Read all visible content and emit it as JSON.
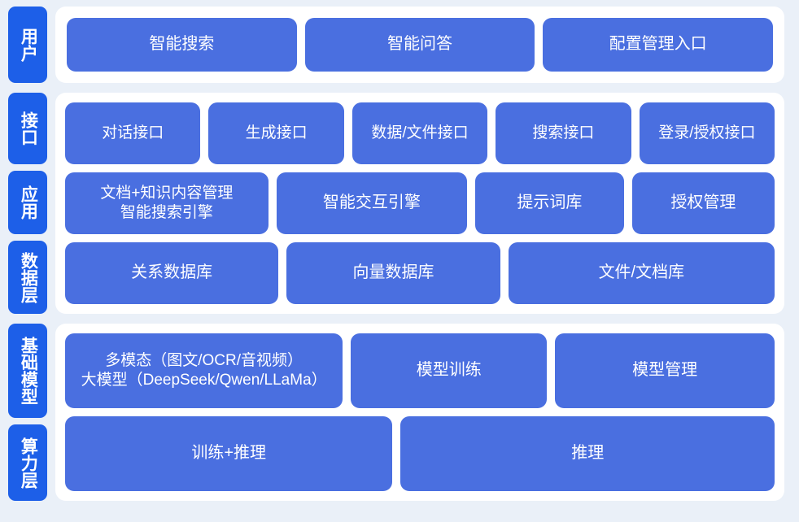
{
  "colors": {
    "background": "#eaf0f8",
    "panel": "#ffffff",
    "rail_tab": "#1d5fe8",
    "card": "#4a6fe0",
    "card_text": "#ffffff"
  },
  "sections": [
    {
      "key": "user",
      "rail": [
        {
          "label": "用户",
          "name": "rail-tab-user"
        }
      ],
      "rows": [
        {
          "name": "user-row",
          "cards": [
            {
              "label": "智能搜索",
              "name": "card-intelligent-search"
            },
            {
              "label": "智能问答",
              "name": "card-intelligent-qa"
            },
            {
              "label": "配置管理入口",
              "name": "card-config-management-entry"
            }
          ]
        }
      ]
    },
    {
      "key": "middle",
      "rail": [
        {
          "label": "接口",
          "name": "rail-tab-interface"
        },
        {
          "label": "应用",
          "name": "rail-tab-application"
        },
        {
          "label": "数据层",
          "name": "rail-tab-data-layer"
        }
      ],
      "rows": [
        {
          "name": "interface-row",
          "cards": [
            {
              "label": "对话接口",
              "name": "card-dialog-api"
            },
            {
              "label": "生成接口",
              "name": "card-generation-api"
            },
            {
              "label": "数据/文件接口",
              "name": "card-data-file-api"
            },
            {
              "label": "搜索接口",
              "name": "card-search-api"
            },
            {
              "label": "登录/授权接口",
              "name": "card-login-auth-api"
            }
          ]
        },
        {
          "name": "application-row",
          "cards": [
            {
              "label": "文档+知识内容管理\n智能搜索引擎",
              "name": "card-doc-knowledge-management"
            },
            {
              "label": "智能交互引擎",
              "name": "card-interaction-engine"
            },
            {
              "label": "提示词库",
              "name": "card-prompt-library"
            },
            {
              "label": "授权管理",
              "name": "card-authorization-management"
            }
          ]
        },
        {
          "name": "data-row",
          "cards": [
            {
              "label": "关系数据库",
              "name": "card-relational-database"
            },
            {
              "label": "向量数据库",
              "name": "card-vector-database"
            },
            {
              "label": "文件/文档库",
              "name": "card-file-document-store"
            }
          ]
        }
      ]
    },
    {
      "key": "infra",
      "rail": [
        {
          "label": "基础模型",
          "name": "rail-tab-foundation-model"
        },
        {
          "label": "算力层",
          "name": "rail-tab-compute-layer"
        }
      ],
      "rows": [
        {
          "name": "foundation-model-row",
          "cards": [
            {
              "label": "多模态（图文/OCR/音视频）\n大模型（DeepSeek/Qwen/LLaMa）",
              "name": "card-multimodal-large-model"
            },
            {
              "label": "模型训练",
              "name": "card-model-training"
            },
            {
              "label": "模型管理",
              "name": "card-model-management"
            }
          ]
        },
        {
          "name": "compute-row",
          "cards": [
            {
              "label": "训练+推理",
              "name": "card-training-inference"
            },
            {
              "label": "推理",
              "name": "card-inference"
            }
          ]
        }
      ]
    }
  ]
}
